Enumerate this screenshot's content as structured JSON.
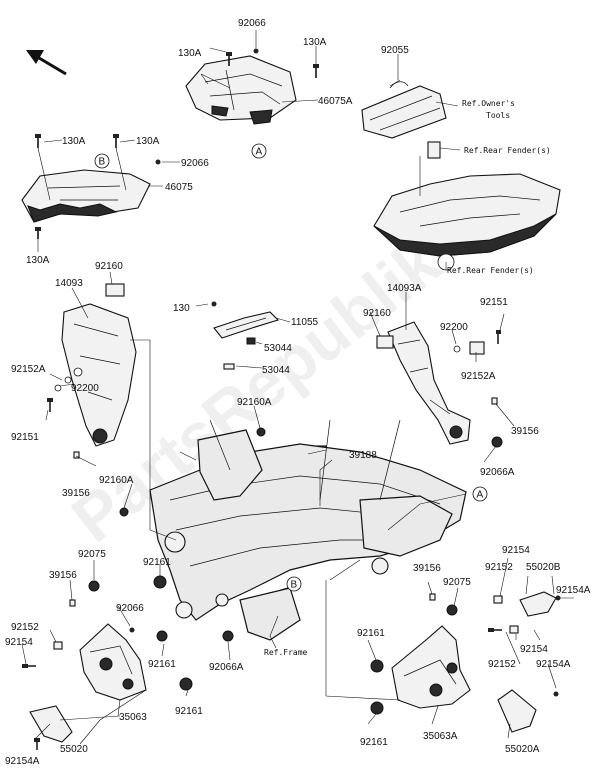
{
  "diagram": {
    "labels": {
      "l_92066_top": "92066",
      "l_130A_topleft": "130A",
      "l_130A_topright": "130A",
      "l_46075A": "46075A",
      "l_92055": "92055",
      "l_130A_left1": "130A",
      "l_130A_left2": "130A",
      "l_92066_mid": "92066",
      "l_46075": "46075",
      "l_130A_bottom": "130A",
      "l_14093": "14093",
      "l_92160": "92160",
      "l_130": "130",
      "l_11055": "11055",
      "l_53044_a": "53044",
      "l_53044_b": "53044",
      "l_14093A": "14093A",
      "l_92151_right": "92151",
      "l_92160_right": "92160",
      "l_92200_right": "92200",
      "l_92152A_right": "92152A",
      "l_92152A_left": "92152A",
      "l_92200_left": "92200",
      "l_92151_left": "92151",
      "l_92160A_mid": "92160A",
      "l_39156_right": "39156",
      "l_39188": "39188",
      "l_92066A_right": "92066A",
      "l_39156_left": "39156",
      "l_92160A_left": "92160A",
      "l_92075_left": "92075",
      "l_39156_lowleft": "39156",
      "l_92161_a": "92161",
      "l_92066_low": "92066",
      "l_92152_left": "92152",
      "l_92154_left": "92154",
      "l_92161_b": "92161",
      "l_92066A_low": "92066A",
      "l_35063": "35063",
      "l_92161_c": "92161",
      "l_92154A_left": "92154A",
      "l_55020": "55020",
      "l_39156_lowright": "39156",
      "l_92154_r1": "92154",
      "l_92075_right": "92075",
      "l_92152_r1": "92152",
      "l_55020B": "55020B",
      "l_92154A_r1": "92154A",
      "l_92161_right1": "92161",
      "l_92154_r2": "92154",
      "l_92152_r2": "92152",
      "l_92154A_r2": "92154A",
      "l_92161_right2": "92161",
      "l_35063A": "35063A",
      "l_55020A": "55020A"
    },
    "refs": {
      "ref_owners_tools_1": "Ref.Owner's",
      "ref_owners_tools_2": "Tools",
      "ref_rear_fender_1": "Ref.Rear Fender(s)",
      "ref_rear_fender_2": "Ref.Rear Fender(s)",
      "ref_frame": "Ref.Frame"
    },
    "callouts": {
      "c_A_top": "A",
      "c_B_top": "B",
      "c_A_right": "A",
      "c_B_mid": "B"
    },
    "watermark": "PartsRepublik"
  }
}
